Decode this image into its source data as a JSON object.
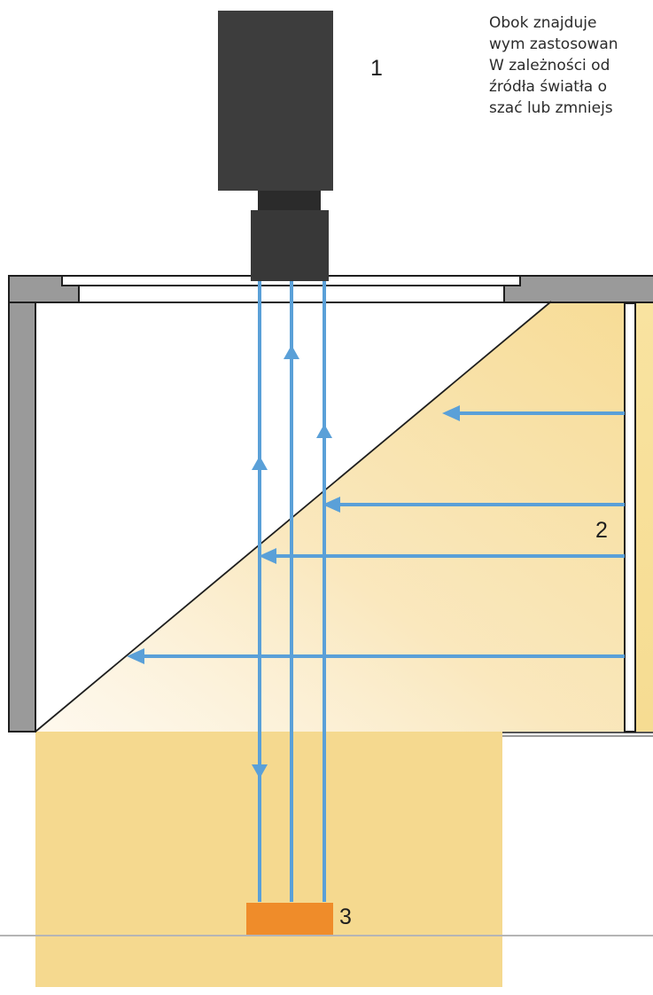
{
  "text": {
    "lines": [
      "Obok znajduje",
      "wym zastosowan",
      "W zależności od",
      "źródła światła o",
      "szać lub zmniejs"
    ]
  },
  "labels": {
    "camera": "1",
    "light_source": "2",
    "object": "3"
  },
  "colors": {
    "camera_body": "#3d3d3d",
    "lens": "#343434",
    "housing_gray": "#9a9a9a",
    "light_fill": "#f5d98f",
    "light_panel": "#f8e4a6",
    "ray_arrow": "#5aa0d8",
    "object": "#ef8c2a",
    "outline": "#1e1e1e"
  },
  "icons": {
    "camera": "camera-body-icon",
    "lens": "lens-icon",
    "beam_splitter": "beam-splitter-icon",
    "object": "inspected-object-icon"
  }
}
